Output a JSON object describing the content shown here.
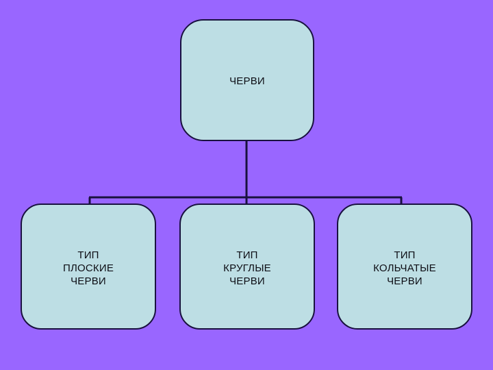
{
  "slide": {
    "background_color": "#9966ff",
    "box_fill_color": "#bddee4",
    "box_border_color": "#19113f",
    "connector_color": "#19113f",
    "text_color": "#0d0d14"
  },
  "diagram": {
    "type": "hierarchy-tree",
    "root": {
      "label": "ЧЕРВИ"
    },
    "children": [
      {
        "label": "ТИП\nПЛОСКИЕ\nЧЕРВИ"
      },
      {
        "label": "ТИП\nКРУГЛЫЕ\nЧЕРВИ"
      },
      {
        "label": "ТИП\nКОЛЬЧАТЫЕ\nЧЕРВИ"
      }
    ]
  }
}
